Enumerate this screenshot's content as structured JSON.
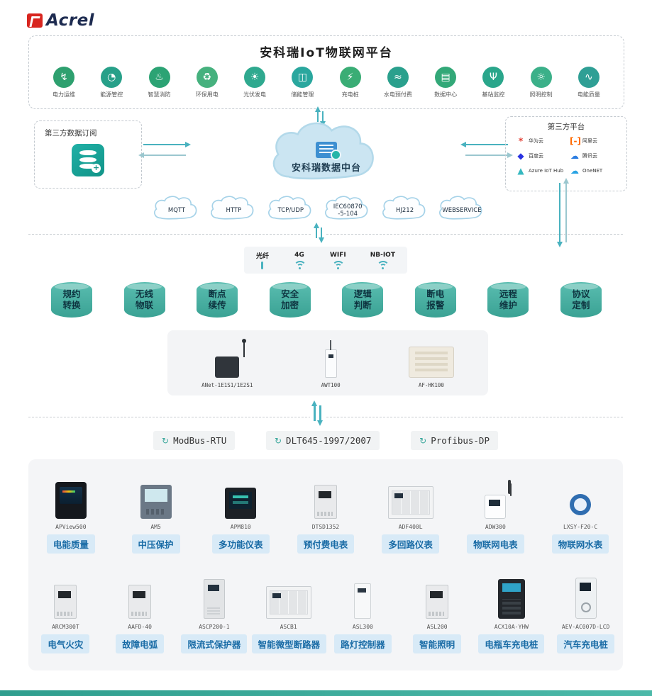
{
  "brand": {
    "name": "Acrel"
  },
  "header": {
    "title": "安科瑞IoT物联网平台"
  },
  "services": [
    {
      "label": "电力运维",
      "glyph": "↯",
      "color": "#2ea06f"
    },
    {
      "label": "能源管控",
      "glyph": "◔",
      "color": "#27a089"
    },
    {
      "label": "智慧消防",
      "glyph": "♨",
      "color": "#2ca374"
    },
    {
      "label": "环保用电",
      "glyph": "♻",
      "color": "#46b17e"
    },
    {
      "label": "光伏发电",
      "glyph": "☀",
      "color": "#2fa98f"
    },
    {
      "label": "储能管理",
      "glyph": "◫",
      "color": "#2aa79e"
    },
    {
      "label": "充电桩",
      "glyph": "⚡",
      "color": "#3aad75"
    },
    {
      "label": "水电预付费",
      "glyph": "≈",
      "color": "#2aa08d"
    },
    {
      "label": "数据中心",
      "glyph": "▤",
      "color": "#33a878"
    },
    {
      "label": "基站监控",
      "glyph": "Ψ",
      "color": "#2aa68b"
    },
    {
      "label": "照明控制",
      "glyph": "☼",
      "color": "#3bb089"
    },
    {
      "label": "电能质量",
      "glyph": "∿",
      "color": "#2f9f95"
    }
  ],
  "integration": {
    "subscribe_title": "第三方数据订阅",
    "data_center_label": "安科瑞数据中台",
    "platform_title": "第三方平台",
    "partners": [
      {
        "name": "华为云",
        "glyph": "*",
        "color": "#e23b30"
      },
      {
        "name": "阿里云",
        "glyph": "[-]",
        "color": "#ff6a00"
      },
      {
        "name": "百度云",
        "glyph": "◆",
        "color": "#2932e1"
      },
      {
        "name": "腾讯云",
        "glyph": "☁",
        "color": "#2b7de1"
      },
      {
        "name": "Azure IoT Hub",
        "glyph": "▲",
        "color": "#35b8c0"
      },
      {
        "name": "OneNET",
        "glyph": "☁",
        "color": "#29a3e3"
      }
    ],
    "protocol_clouds": [
      "MQTT",
      "HTTP",
      "TCP/UDP",
      "IEC60870\n-5-104",
      "HJ212",
      "WEBSERVICE"
    ]
  },
  "network": {
    "items": [
      {
        "label": "光纤",
        "icon": "fiber"
      },
      {
        "label": "4G",
        "icon": "wifi"
      },
      {
        "label": "WIFI",
        "icon": "wifi"
      },
      {
        "label": "NB-IOT",
        "icon": "wifi"
      }
    ]
  },
  "capabilities": [
    "规约\n转换",
    "无线\n物联",
    "断点\n续传",
    "安全\n加密",
    "逻辑\n判断",
    "断电\n报警",
    "远程\n维护",
    "协议\n定制"
  ],
  "gateways": [
    {
      "model": "ANet-1E1S1/1E2S1",
      "variant": "gw-dark"
    },
    {
      "model": "AWT100",
      "variant": "gw-slim"
    },
    {
      "model": "AF-HK100",
      "variant": "gw-panel"
    }
  ],
  "field_protocols": [
    "ModBus-RTU",
    "DLT645-1997/2007",
    "Profibus-DP"
  ],
  "products": {
    "row1": [
      {
        "model": "APView500",
        "category": "电能质量",
        "variant": "v-dark"
      },
      {
        "model": "AM5",
        "category": "中压保护",
        "variant": "v-blue"
      },
      {
        "model": "APM810",
        "category": "多功能仪表",
        "variant": "v-meter"
      },
      {
        "model": "DTSD1352",
        "category": "预付费电表",
        "variant": "v-din"
      },
      {
        "model": "ADF400L",
        "category": "多回路仪表",
        "variant": "v-dinwide"
      },
      {
        "model": "ADW300",
        "category": "物联网电表",
        "variant": "v-iot"
      },
      {
        "model": "LXSY-F20-C",
        "category": "物联网水表",
        "variant": "v-water"
      }
    ],
    "row2": [
      {
        "model": "ARCM300T",
        "category": "电气火灾",
        "variant": "v-din"
      },
      {
        "model": "AAFD-40",
        "category": "故障电弧",
        "variant": "v-din"
      },
      {
        "model": "ASCP200-1",
        "category": "限流式保护器",
        "variant": "v-tall"
      },
      {
        "model": "ASCB1",
        "category": "智能微型断路器",
        "variant": "v-dinwide"
      },
      {
        "model": "ASL300",
        "category": "路灯控制器",
        "variant": "v-slim"
      },
      {
        "model": "ASL200",
        "category": "智能照明",
        "variant": "v-din"
      },
      {
        "model": "ACX10A-YHW",
        "category": "电瓶车充电桩",
        "variant": "v-cabinet"
      },
      {
        "model": "AEV-AC007D-LCD",
        "category": "汽车充电桩",
        "variant": "v-pillar"
      }
    ]
  },
  "colors": {
    "accent_teal": "#3aa79b",
    "arrow": "#49b2bf",
    "chip_bg": "#d8eaf7",
    "chip_text": "#1a6ca6"
  }
}
